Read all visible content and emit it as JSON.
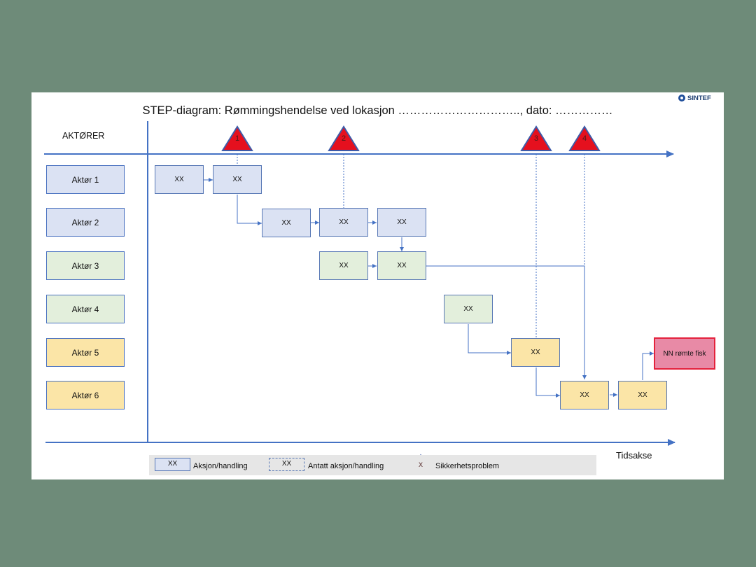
{
  "title": "STEP-diagram: Rømmingshendelse ved lokasjon ………………………….., dato: ……………",
  "logo_text": "SINTEF",
  "actors_header": "AKTØRER",
  "actors": [
    {
      "label": "Aktør 1",
      "color": "#dbe2f3"
    },
    {
      "label": "Aktør 2",
      "color": "#dbe2f3"
    },
    {
      "label": "Aktør 3",
      "color": "#e3efdc"
    },
    {
      "label": "Aktør 4",
      "color": "#e3efdc"
    },
    {
      "label": "Aktør 5",
      "color": "#fbe5a7"
    },
    {
      "label": "Aktør 6",
      "color": "#fbe5a7"
    }
  ],
  "events": [
    {
      "id": "e1",
      "actor": 1,
      "label": "XX"
    },
    {
      "id": "e2",
      "actor": 1,
      "label": "XX"
    },
    {
      "id": "e3",
      "actor": 2,
      "label": "XX"
    },
    {
      "id": "e4",
      "actor": 2,
      "label": "XX"
    },
    {
      "id": "e5",
      "actor": 2,
      "label": "XX"
    },
    {
      "id": "e6",
      "actor": 3,
      "label": "XX"
    },
    {
      "id": "e7",
      "actor": 3,
      "label": "XX"
    },
    {
      "id": "e8",
      "actor": 4,
      "label": "XX"
    },
    {
      "id": "e9",
      "actor": 5,
      "label": "XX"
    },
    {
      "id": "e10",
      "actor": 6,
      "label": "XX"
    },
    {
      "id": "e11",
      "actor": 6,
      "label": "XX"
    }
  ],
  "outcome": {
    "label": "NN rømte fisk"
  },
  "safety_problems": [
    {
      "label": "1",
      "linked_event": "e2"
    },
    {
      "label": "2",
      "linked_event": "e4"
    },
    {
      "label": "3",
      "linked_event": "e9"
    },
    {
      "label": "4",
      "linked_event": "e10"
    }
  ],
  "time_axis_label": "Tidsakse",
  "legend": {
    "action_box": "XX",
    "action_label": "Aksjon/handling",
    "assumed_box": "XX",
    "assumed_label": "Antatt aksjon/handling",
    "problem_symbol": "X",
    "problem_label": "Sikkerhetsproblem"
  },
  "colors": {
    "background": "#6e8b79",
    "axis": "#4472c4",
    "triangle_fill": "#e5101e",
    "triangle_border": "#3e5ba8",
    "outcome_fill": "#e88aa6",
    "outcome_border": "#e4223c"
  }
}
